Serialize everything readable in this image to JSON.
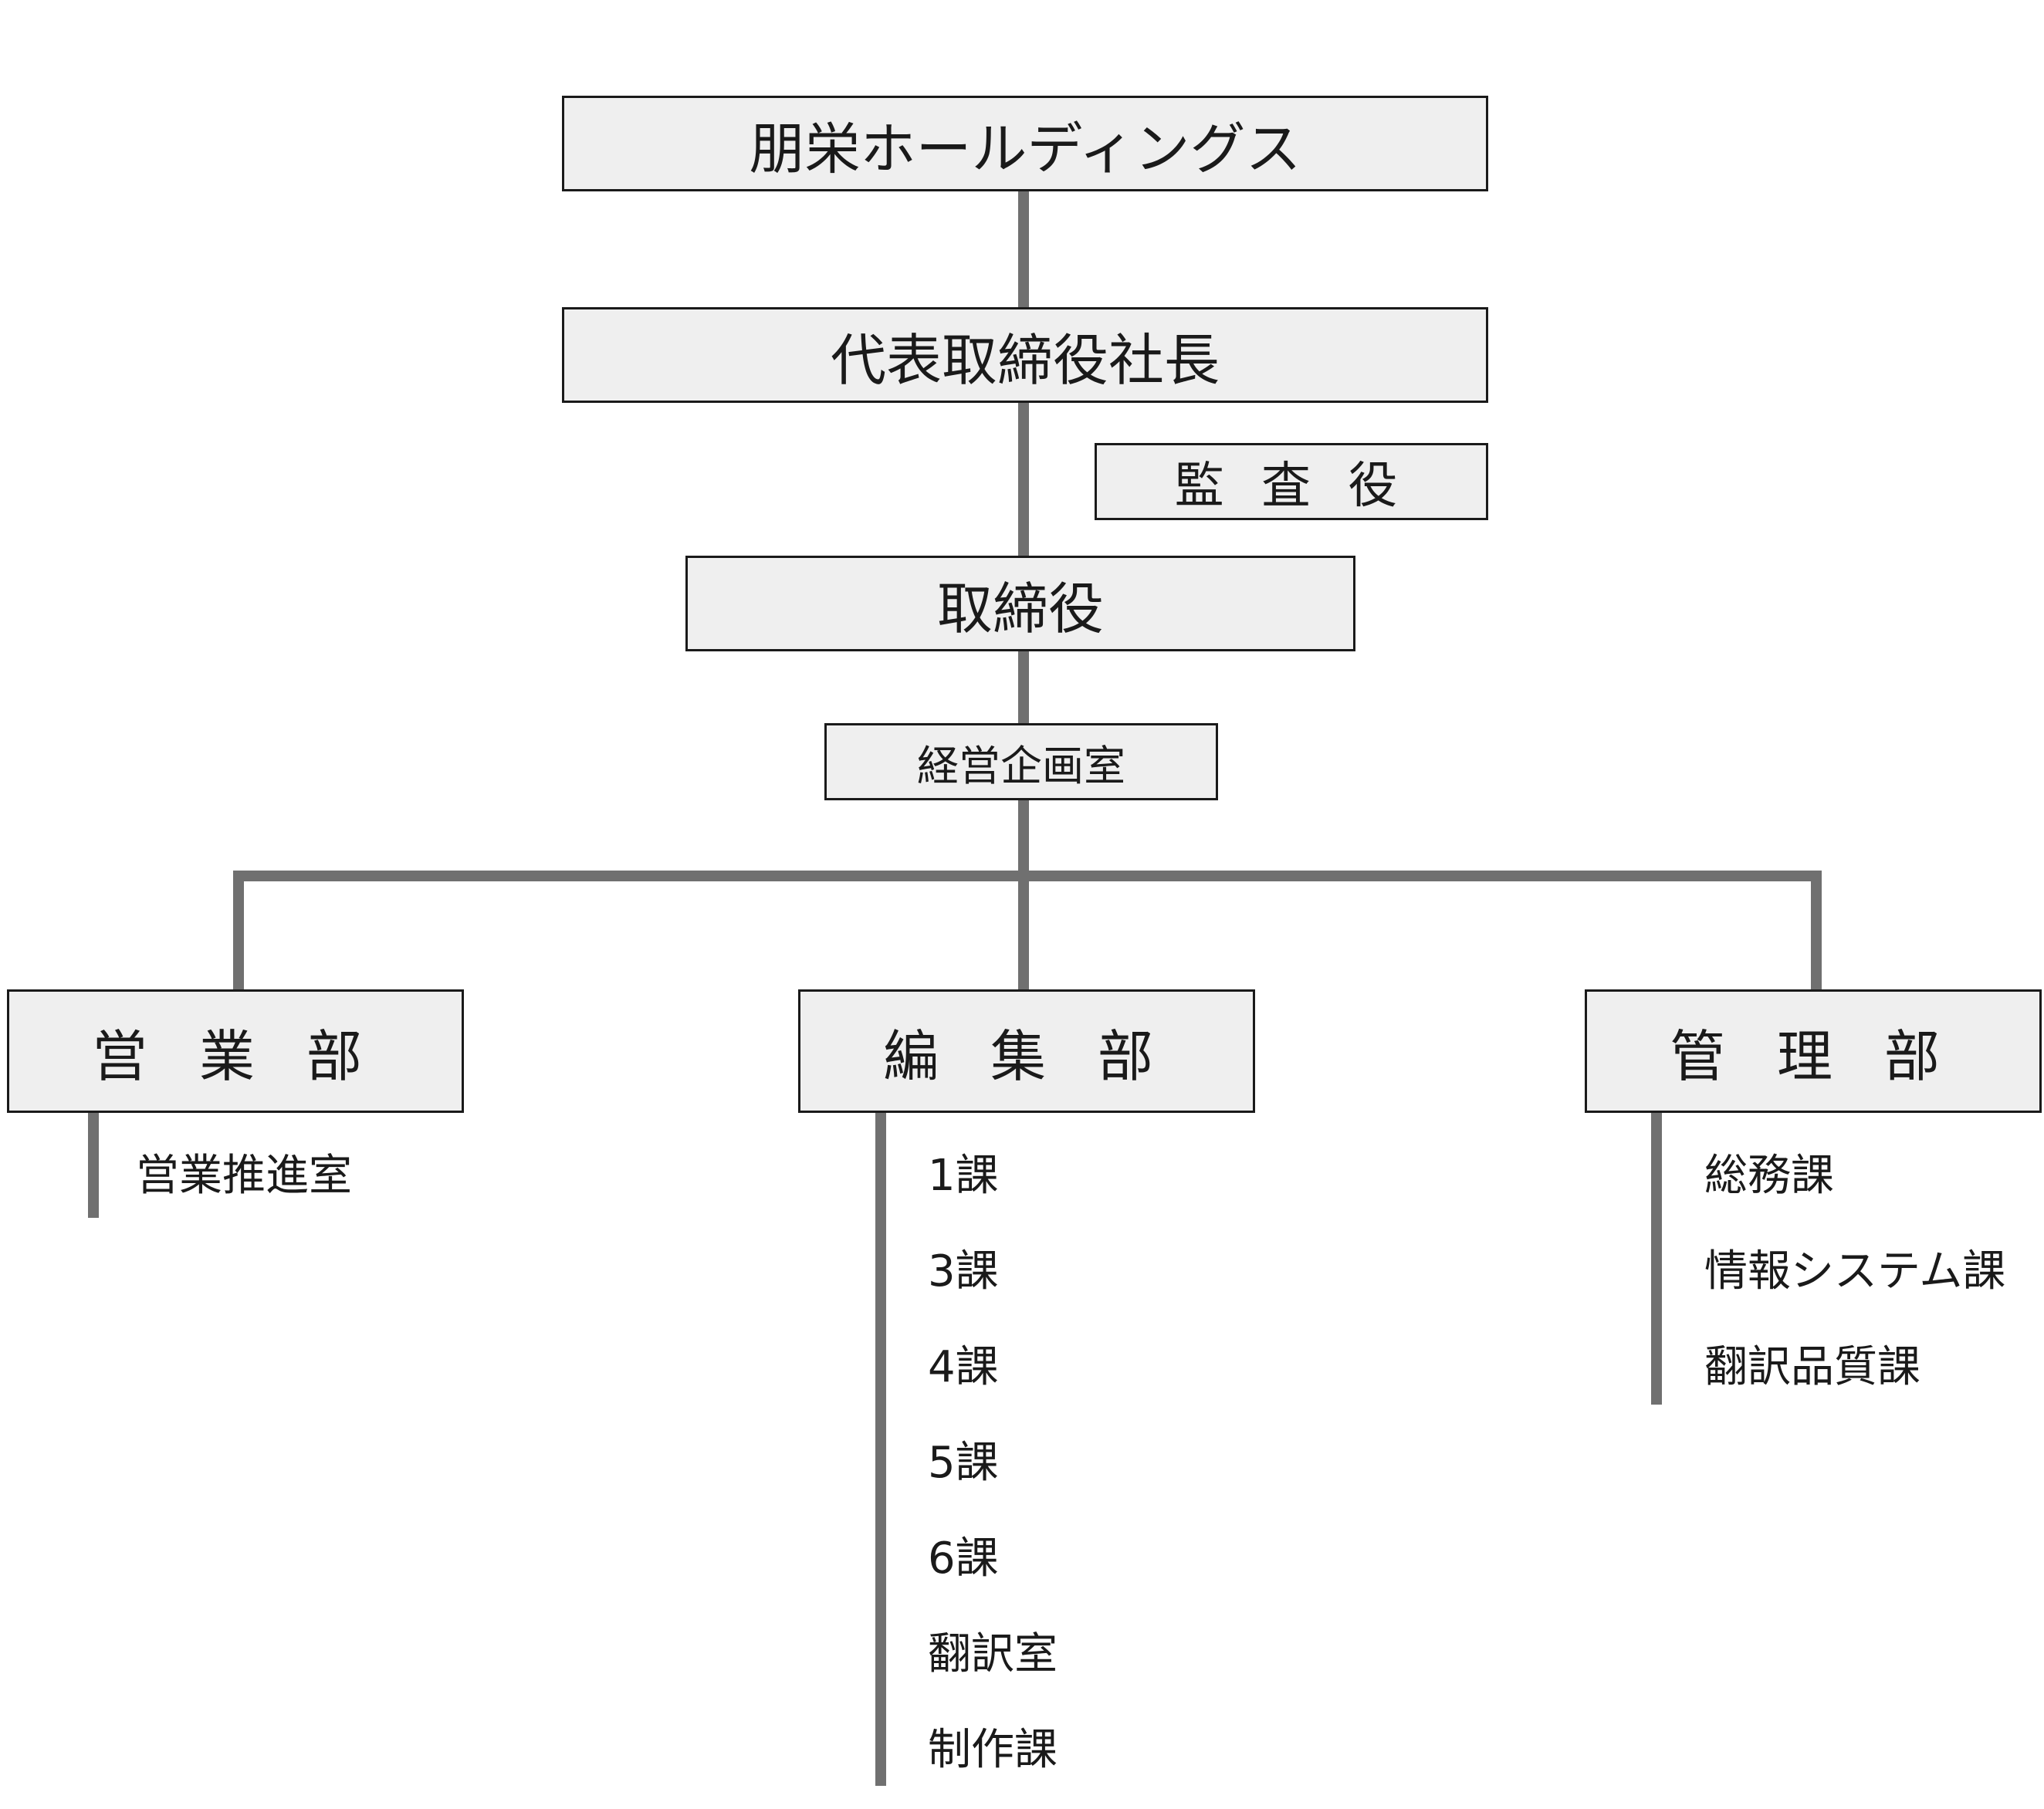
{
  "chart_data": {
    "type": "org_chart",
    "nodes": {
      "holdings": "朋栄ホールディングス",
      "president": "代表取締役社長",
      "auditor": "監 査 役",
      "board": "取締役",
      "planning": "経営企画室"
    },
    "departments": [
      {
        "name": "営 業 部",
        "sections": [
          "営業推進室"
        ]
      },
      {
        "name": "編 集 部",
        "sections": [
          "1課",
          "3課",
          "4課",
          "5課",
          "6課",
          "翻訳室",
          "制作課"
        ]
      },
      {
        "name": "管 理 部",
        "sections": [
          "総務課",
          "情報システム課",
          "翻訳品質課"
        ]
      }
    ],
    "colors": {
      "box_fill": "#efefef",
      "box_border": "#1a1a1a",
      "connector": "#707070"
    }
  }
}
